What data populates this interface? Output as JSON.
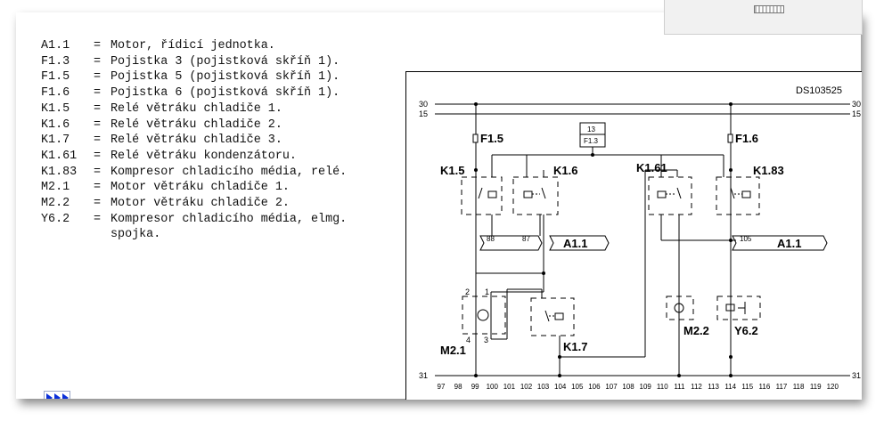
{
  "legend": [
    {
      "code": "A1.1",
      "eq": "=",
      "text": "Motor, řídicí jednotka."
    },
    {
      "code": "F1.3",
      "eq": "=",
      "text": "Pojistka 3 (pojistková skříň 1)."
    },
    {
      "code": "F1.5",
      "eq": "=",
      "text": "Pojistka 5 (pojistková skříň 1)."
    },
    {
      "code": "F1.6",
      "eq": "=",
      "text": "Pojistka 6 (pojistková skříň 1)."
    },
    {
      "code": "K1.5",
      "eq": "=",
      "text": "Relé větráku chladiče 1."
    },
    {
      "code": "K1.6",
      "eq": "=",
      "text": "Relé větráku chladiče 2."
    },
    {
      "code": "K1.7",
      "eq": "=",
      "text": "Relé větráku chladiče 3."
    },
    {
      "code": "K1.61",
      "eq": "=",
      "text": "Relé větráku kondenzátoru."
    },
    {
      "code": "K1.83",
      "eq": "=",
      "text": "Kompresor chladicího média, relé."
    },
    {
      "code": "M2.1",
      "eq": "=",
      "text": "Motor větráku chladiče 1."
    },
    {
      "code": "M2.2",
      "eq": "=",
      "text": "Motor větráku chladiče 2."
    },
    {
      "code": "Y6.2",
      "eq": "=",
      "text": "Kompresor chladicího média, elmg.",
      "cont": "spojka."
    }
  ],
  "diagram": {
    "doc_id": "DS103525",
    "rail_30": "30",
    "rail_15": "15",
    "rail_31": "31",
    "fuse_f15": "F1.5",
    "fuse_f16": "F1.6",
    "fuse_f13_num": "13",
    "fuse_f13_label": "F1.3",
    "relay_k15": "K1.5",
    "relay_k16": "K1.6",
    "relay_k161": "K1.61",
    "relay_k183": "K1.83",
    "relay_k17": "K1.7",
    "motor_m21": "M2.1",
    "motor_m22": "M2.2",
    "clutch_y62": "Y6.2",
    "ecu_left": "A1.1",
    "ecu_right": "A1.1",
    "pin_88": "88",
    "pin_87": "87",
    "pin_105": "105",
    "m21_pin_1": "1",
    "m21_pin_2": "2",
    "m21_pin_3": "3",
    "m21_pin_4": "4",
    "bus_numbers": [
      "97",
      "98",
      "99",
      "100",
      "101",
      "102",
      "103",
      "104",
      "105",
      "106",
      "107",
      "108",
      "109",
      "110",
      "111",
      "112",
      "113",
      "114",
      "115",
      "116",
      "117",
      "118",
      "119",
      "120"
    ]
  }
}
